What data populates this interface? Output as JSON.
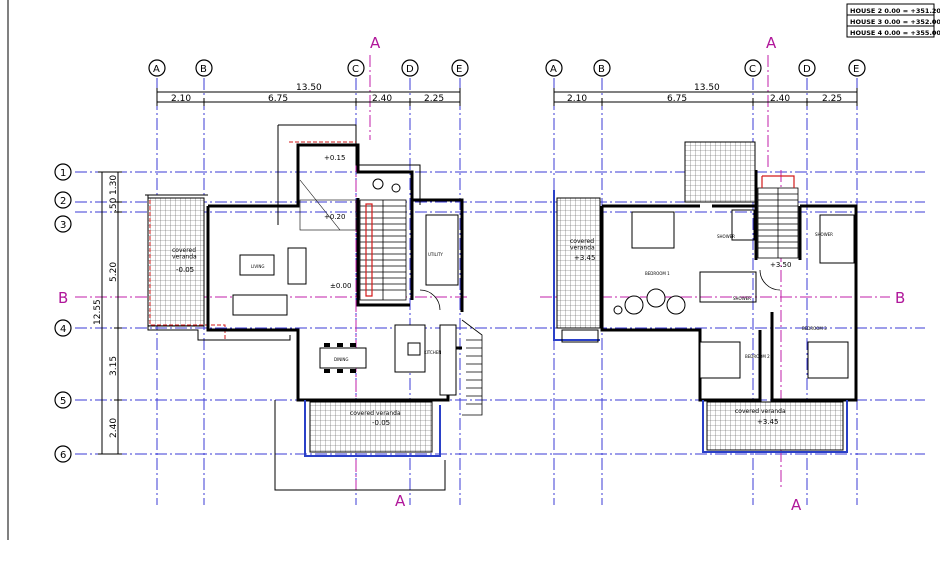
{
  "legend": [
    "HOUSE 2   0.00 = +351.20",
    "HOUSE 3   0.00 = +352.00",
    "HOUSE 4   0.00 = +355.00"
  ],
  "column_labels": [
    "A",
    "B",
    "C",
    "D",
    "E"
  ],
  "row_labels": [
    "1",
    "2",
    "3",
    "4",
    "5",
    "6"
  ],
  "section_labels": {
    "a": "A",
    "b": "B"
  },
  "dimensions": {
    "overall": "13.50",
    "segments": [
      "2.10",
      "6.75",
      "2.40",
      "2.25"
    ],
    "vertical_total": "12.55",
    "vertical": [
      "1.30",
      ".50",
      "5.20",
      "3.15",
      "2.40"
    ]
  },
  "ground_floor": {
    "covered_veranda_left": "covered\nveranda",
    "level_veranda_left": "-0.05",
    "level_top": "+0.15",
    "level_entry": "+0.20",
    "level_living": "±0.00",
    "covered_veranda_bottom": "covered veranda",
    "level_veranda_bottom": "-0.05",
    "living": "LIVING",
    "dining": "DINING",
    "kitchen": "KITCHEN",
    "utility": "UTILITY"
  },
  "first_floor": {
    "covered_veranda_left": "covered\nveranda",
    "level_veranda_left": "+3.45",
    "level_hall": "+3.50",
    "covered_veranda_bottom": "covered veranda",
    "level_veranda_bottom": "+3.45",
    "bedroom1": "BEDROOM 1",
    "bedroom2": "BEDROOM 2",
    "bedroom3": "BEDROOM 3",
    "shower1": "SHOWER",
    "shower2": "SHOWER",
    "shower3": "SHOWER"
  }
}
